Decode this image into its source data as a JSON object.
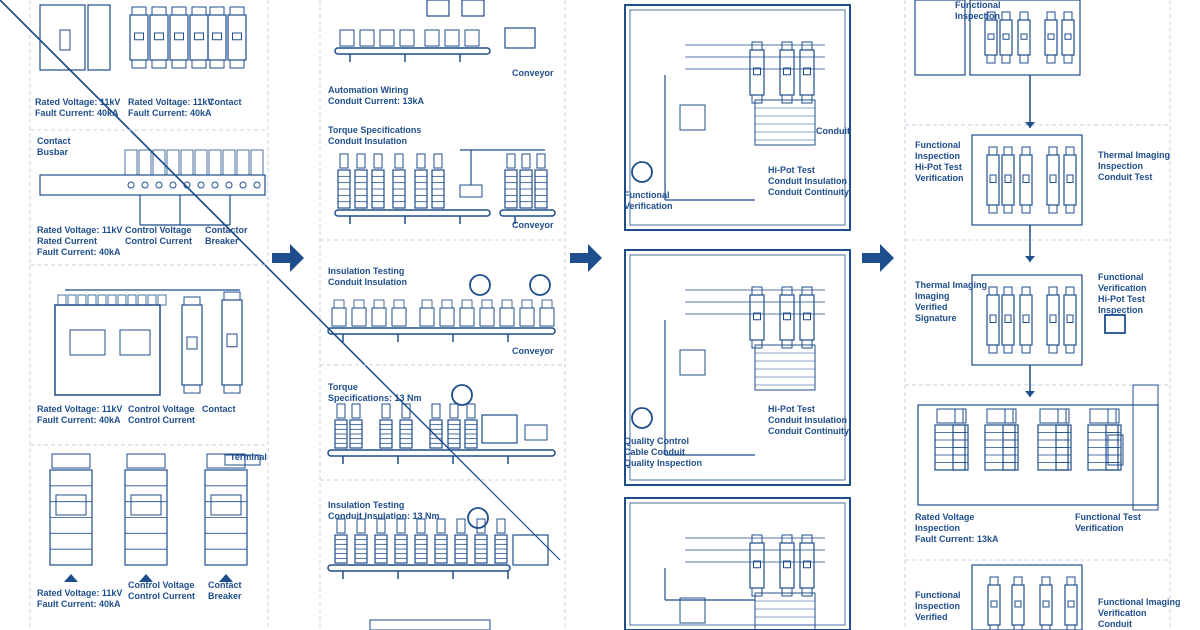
{
  "colors": {
    "ink": "#1f4e8c",
    "divider": "#c9d3e3",
    "background": "#ffffff"
  },
  "stages": [
    {
      "name": "component-stage",
      "labels": [
        [
          "Rated Voltage: 11kV",
          "Fault Current: 40kA"
        ],
        [
          "Rated Voltage: 11kV",
          "Fault Current: 40kA"
        ],
        [
          "Contact"
        ],
        [
          "Contact",
          "Busbar"
        ],
        [
          "Rated Voltage: 11kV",
          "Rated Current",
          "Fault Current: 40kA"
        ],
        [
          "Control Voltage",
          "Control Current"
        ],
        [
          "Contactor",
          "Breaker"
        ],
        [
          "Rated Voltage: 11kV",
          "Fault Current: 40kA"
        ],
        [
          "Control Voltage",
          "Control Current"
        ],
        [
          "Contact"
        ],
        [
          "Rated Voltage: 11kV",
          "Fault Current: 40kA"
        ],
        [
          "Control Voltage",
          "Control Current"
        ],
        [
          "Contact",
          "Breaker"
        ],
        [
          "Terminal"
        ]
      ]
    },
    {
      "name": "assembly-stage",
      "labels": [
        [
          "Conveyor"
        ],
        [
          "Automation Wiring",
          "Conduit Current: 13kA"
        ],
        [
          "Torque Specifications",
          "Conduit Insulation"
        ],
        [
          "Conveyor"
        ],
        [
          "Insulation Testing",
          "Conduit Insulation"
        ],
        [
          "Conveyor"
        ],
        [
          "Torque",
          "Specifications: 13 Nm"
        ],
        [
          "Insulation Testing",
          "Conduit Insulation: 13 Nm"
        ]
      ]
    },
    {
      "name": "wiring-stage",
      "labels": [
        [
          "Conduit"
        ],
        [
          "Hi-Pot Test",
          "Conduit Insulation",
          "Conduit Continuity"
        ],
        [
          "Functional",
          "Verification"
        ],
        [
          "Hi-Pot Test",
          "Conduit Insulation",
          "Conduit Continuity"
        ],
        [
          "Quality Control",
          "Cable Conduit",
          "Quality Inspection"
        ]
      ]
    },
    {
      "name": "testing-stage",
      "labels": [
        [
          "Functional",
          "Inspection"
        ],
        [
          "Functional",
          "Inspection",
          "Hi-Pot Test",
          "Verification"
        ],
        [
          "Thermal Imaging",
          "Inspection",
          "Conduit Test"
        ],
        [
          "Thermal Imaging",
          "Imaging",
          "Verified",
          "Signature"
        ],
        [
          "Functional",
          "Verification",
          "Hi-Pot Test",
          "Inspection"
        ],
        [
          "Rated Voltage",
          "Inspection",
          "Fault Current: 13kA"
        ],
        [
          "Functional Test",
          "Verification"
        ],
        [
          "Functional",
          "Inspection",
          "Verified"
        ],
        [
          "Functional Imaging",
          "Verification",
          "Conduit"
        ]
      ]
    }
  ],
  "icons": [
    "arrow-right-icon",
    "recycle-icon",
    "quality-seal-icon",
    "gauge-icon",
    "monitor-icon"
  ]
}
